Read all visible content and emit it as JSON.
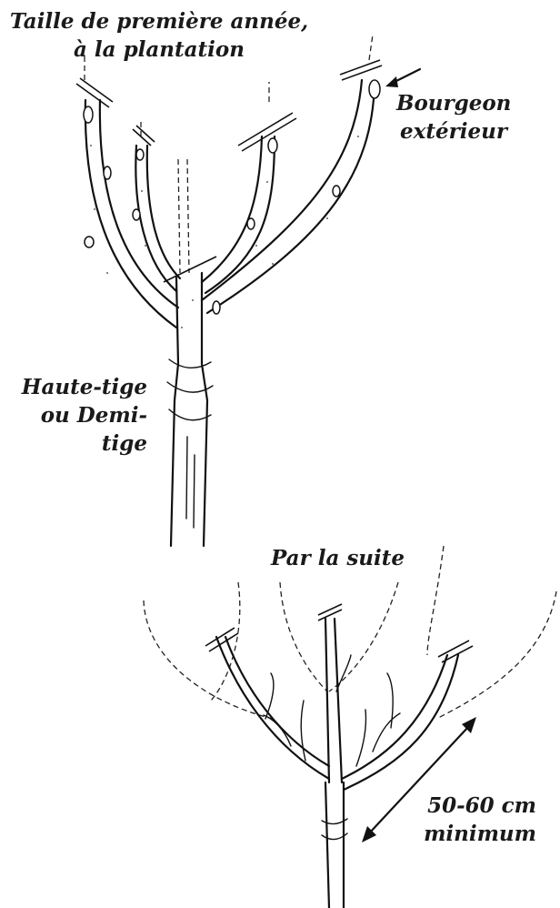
{
  "labels": {
    "first_year_line1": "Taille de première année,",
    "first_year_line2": "à la plantation",
    "outer_bud_line1": "Bourgeon",
    "outer_bud_line2": "extérieur",
    "stem_line1": "Haute-tige",
    "stem_line2": "ou Demi-tige",
    "later": "Par la suite",
    "measure_line1": "50-60 cm",
    "measure_line2": "minimum"
  }
}
